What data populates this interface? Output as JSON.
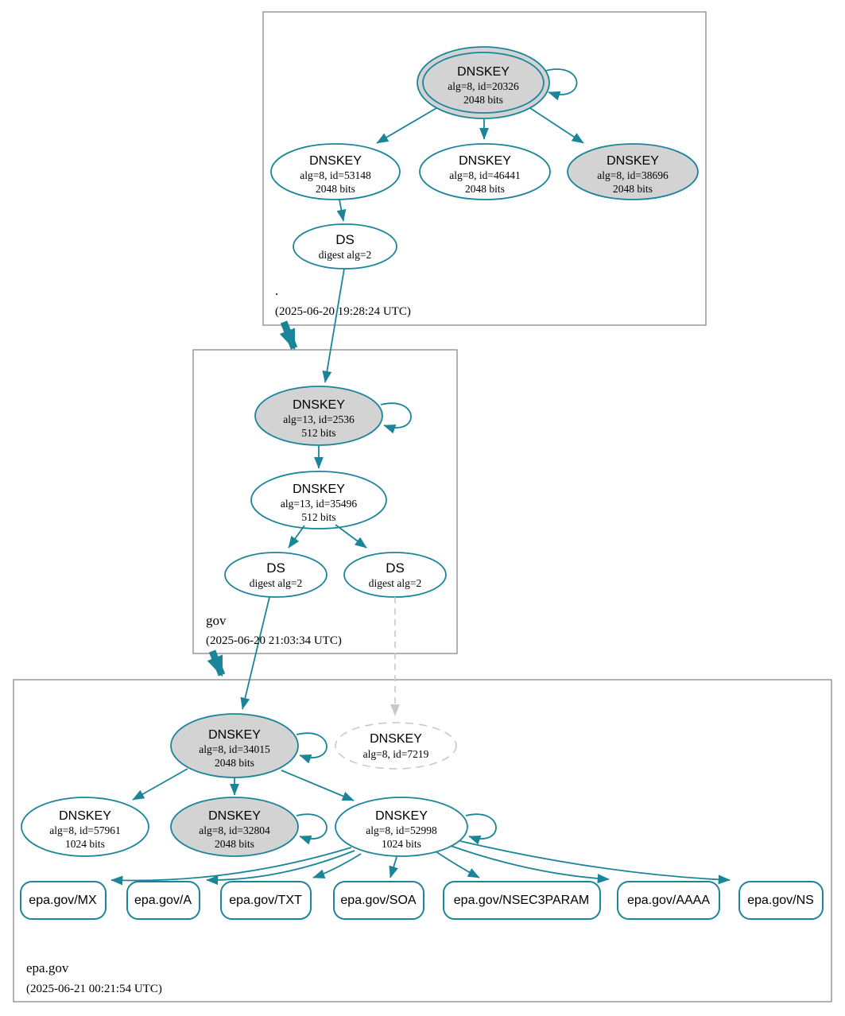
{
  "diagram": {
    "description": "DNSSEC authentication chain graph",
    "colors": {
      "edge_teal": "#1a8599",
      "ksk_fill_gray": "#d3d3d3",
      "insecure_dashed_gray": "#c9c9c9",
      "zone_box_border": "#808080",
      "text": "#000000"
    }
  },
  "zones": {
    "root": {
      "name": ".",
      "timestamp": "(2025-06-20 19:28:24 UTC)",
      "nodes": {
        "ksk20326": {
          "title": "DNSKEY",
          "line2": "alg=8, id=20326",
          "line3": "2048 bits"
        },
        "zsk53148": {
          "title": "DNSKEY",
          "line2": "alg=8, id=53148",
          "line3": "2048 bits"
        },
        "zsk46441": {
          "title": "DNSKEY",
          "line2": "alg=8, id=46441",
          "line3": "2048 bits"
        },
        "key38696": {
          "title": "DNSKEY",
          "line2": "alg=8, id=38696",
          "line3": "2048 bits"
        },
        "ds": {
          "title": "DS",
          "line2": "digest alg=2"
        }
      }
    },
    "gov": {
      "name": "gov",
      "timestamp": "(2025-06-20 21:03:34 UTC)",
      "nodes": {
        "ksk2536": {
          "title": "DNSKEY",
          "line2": "alg=13, id=2536",
          "line3": "512 bits"
        },
        "zsk35496": {
          "title": "DNSKEY",
          "line2": "alg=13, id=35496",
          "line3": "512 bits"
        },
        "ds1": {
          "title": "DS",
          "line2": "digest alg=2"
        },
        "ds2": {
          "title": "DS",
          "line2": "digest alg=2"
        }
      }
    },
    "epa": {
      "name": "epa.gov",
      "timestamp": "(2025-06-21 00:21:54 UTC)",
      "nodes": {
        "ksk34015": {
          "title": "DNSKEY",
          "line2": "alg=8, id=34015",
          "line3": "2048 bits"
        },
        "dnskey7219": {
          "title": "DNSKEY",
          "line2": "alg=8, id=7219"
        },
        "dnskey57961": {
          "title": "DNSKEY",
          "line2": "alg=8, id=57961",
          "line3": "1024 bits"
        },
        "dnskey32804": {
          "title": "DNSKEY",
          "line2": "alg=8, id=32804",
          "line3": "2048 bits"
        },
        "dnskey52998": {
          "title": "DNSKEY",
          "line2": "alg=8, id=52998",
          "line3": "1024 bits"
        }
      },
      "records": {
        "mx": "epa.gov/MX",
        "a": "epa.gov/A",
        "txt": "epa.gov/TXT",
        "soa": "epa.gov/SOA",
        "nsec3param": "epa.gov/NSEC3PARAM",
        "aaaa": "epa.gov/AAAA",
        "ns": "epa.gov/NS"
      }
    }
  }
}
